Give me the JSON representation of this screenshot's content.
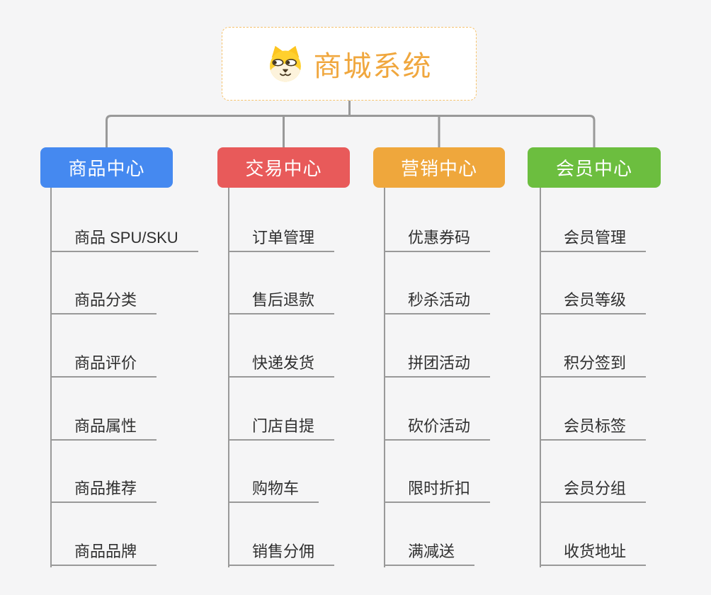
{
  "root": {
    "title": "商城系统",
    "icon": "shiba-dog-icon",
    "title_color": "#f0a73e",
    "border_color": "#f6c36e"
  },
  "connector_color": "#999999",
  "branches": [
    {
      "label": "商品中心",
      "color": "#4589f0",
      "children": [
        "商品 SPU/SKU",
        "商品分类",
        "商品评价",
        "商品属性",
        "商品推荐",
        "商品品牌"
      ]
    },
    {
      "label": "交易中心",
      "color": "#e85a5a",
      "children": [
        "订单管理",
        "售后退款",
        "快递发货",
        "门店自提",
        "购物车",
        "销售分佣"
      ]
    },
    {
      "label": "营销中心",
      "color": "#efa73c",
      "children": [
        "优惠券码",
        "秒杀活动",
        "拼团活动",
        "砍价活动",
        "限时折扣",
        "满减送"
      ]
    },
    {
      "label": "会员中心",
      "color": "#6cbe3f",
      "children": [
        "会员管理",
        "会员等级",
        "积分签到",
        "会员标签",
        "会员分组",
        "收货地址"
      ]
    }
  ]
}
